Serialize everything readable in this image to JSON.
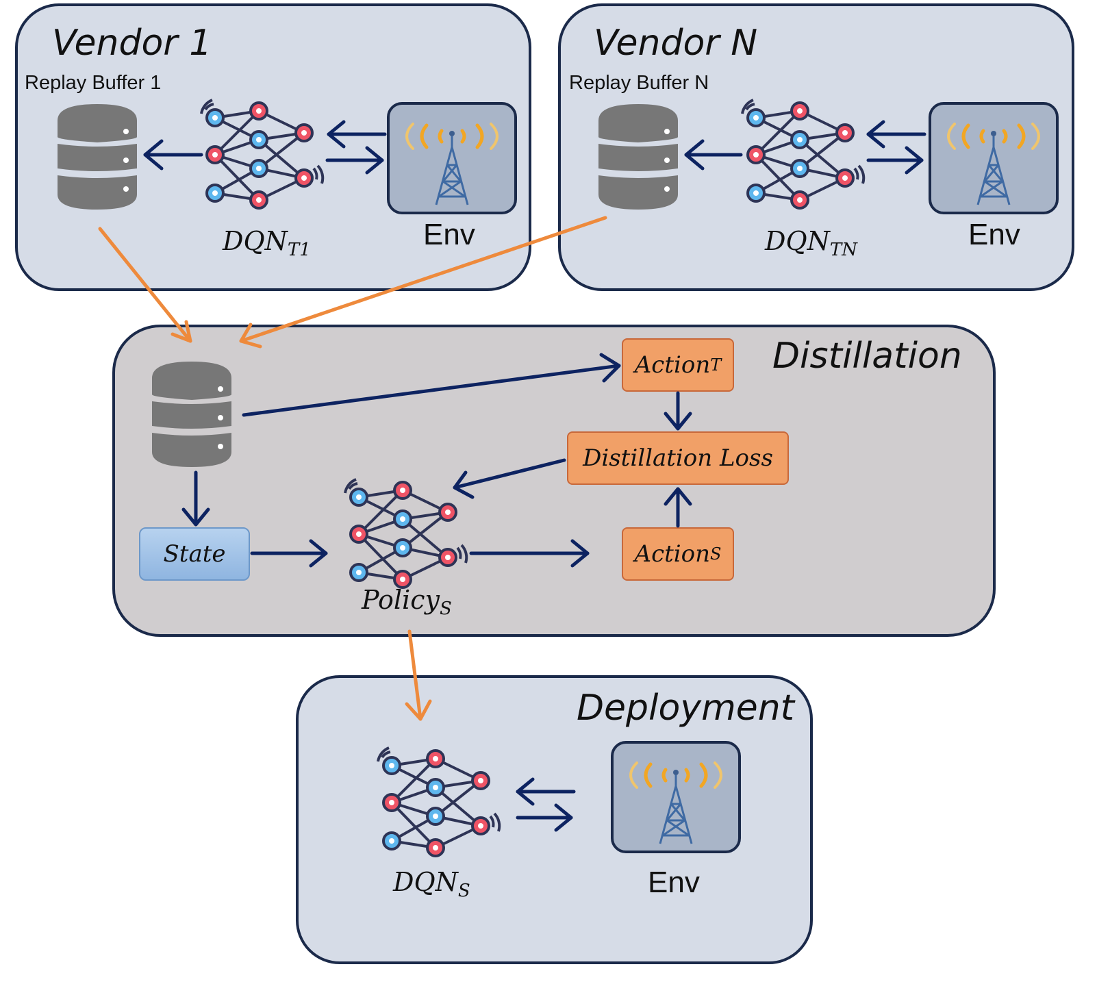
{
  "vendor1": {
    "title": "Vendor 1",
    "buffer_label": "Replay Buffer 1",
    "dqn_base": "DQN",
    "dqn_sub": "T1",
    "env_label": "Env"
  },
  "vendorN": {
    "title": "Vendor N",
    "buffer_label": "Replay Buffer N",
    "dqn_base": "DQN",
    "dqn_sub": "TN",
    "env_label": "Env"
  },
  "distillation": {
    "title": "Distillation",
    "action_t_base": "Action",
    "action_t_sub": "T",
    "loss_label": "Distillation Loss",
    "action_s_base": "Action",
    "action_s_sub": "S",
    "state_label": "State",
    "policy_base": "Policy",
    "policy_sub": "S"
  },
  "deployment": {
    "title": "Deployment",
    "dqn_base": "DQN",
    "dqn_sub": "S",
    "env_label": "Env"
  },
  "colors": {
    "arrow_dark": "#0d2361",
    "arrow_orange": "#ee8a3c",
    "panel_blue": "#d6dce7",
    "panel_gray": "#d0cdcf",
    "box_orange": "#f1a067",
    "box_blue": "#a6c4e8"
  }
}
